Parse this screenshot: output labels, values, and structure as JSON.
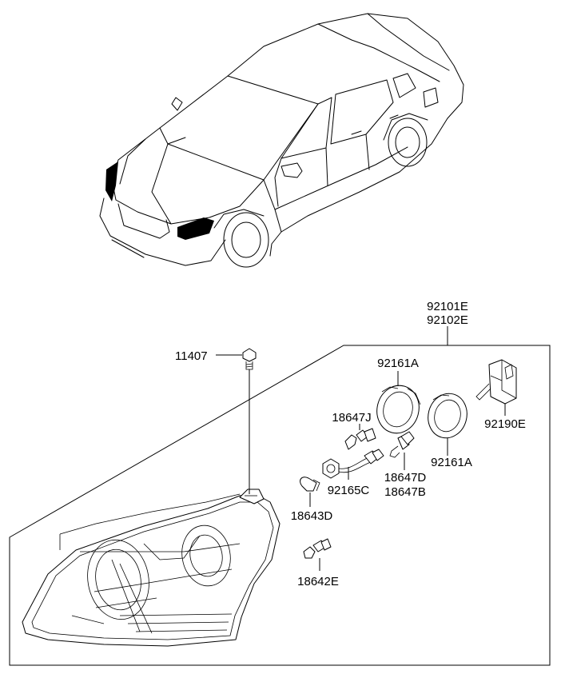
{
  "diagram": {
    "labels": {
      "assembly_left": "92101E",
      "assembly_right": "92102E",
      "screw": "11407",
      "bulb_cover_top": "92161A",
      "bulb_cover_bottom": "92161A",
      "leveling_motor": "92190E",
      "bulb_j": "18647J",
      "bulb_d": "18647D",
      "bulb_b": "18647B",
      "socket_wiring": "92165C",
      "bulb_643d": "18643D",
      "bulb_642e": "18642E"
    }
  }
}
